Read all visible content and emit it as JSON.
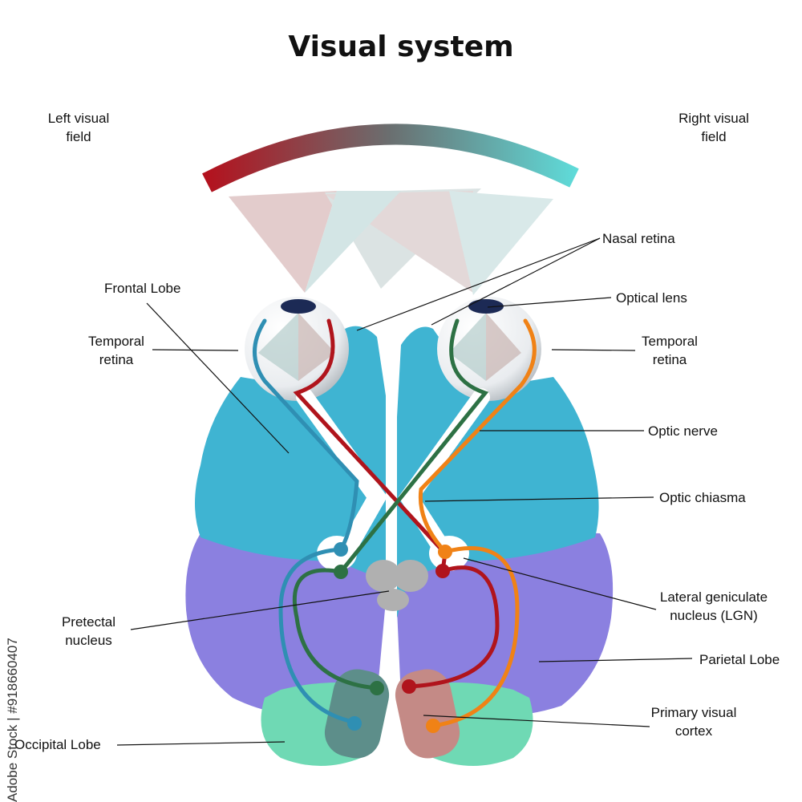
{
  "title": "Visual system",
  "labels": {
    "left_visual_field": "Left visual\nfield",
    "right_visual_field": "Right visual\nfield",
    "nasal_retina": "Nasal retina",
    "optical_lens": "Optical lens",
    "frontal_lobe": "Frontal Lobe",
    "temporal_retina_left": "Temporal\nretina",
    "temporal_retina_right": "Temporal\nretina",
    "optic_nerve": "Optic nerve",
    "optic_chiasma": "Optic chiasma",
    "lgn": "Lateral geniculate\nnucleus (LGN)",
    "pretectal_nucleus": "Pretectal\nnucleus",
    "parietal_lobe": "Parietal Lobe",
    "primary_visual_cortex": "Primary visual\ncortex",
    "occipital_lobe": "Occipital Lobe"
  },
  "watermark": "Adobe Stock | #918660407",
  "colors": {
    "left_field": "#b3121e",
    "right_field": "#5fdad8",
    "frontal": "#3fb4d2",
    "parietal": "#8b80e0",
    "occipital": "#6fd9b4",
    "path_blue": "#2f8fb3",
    "path_red": "#b0141c",
    "path_green": "#2d7144",
    "path_orange": "#f08216"
  }
}
